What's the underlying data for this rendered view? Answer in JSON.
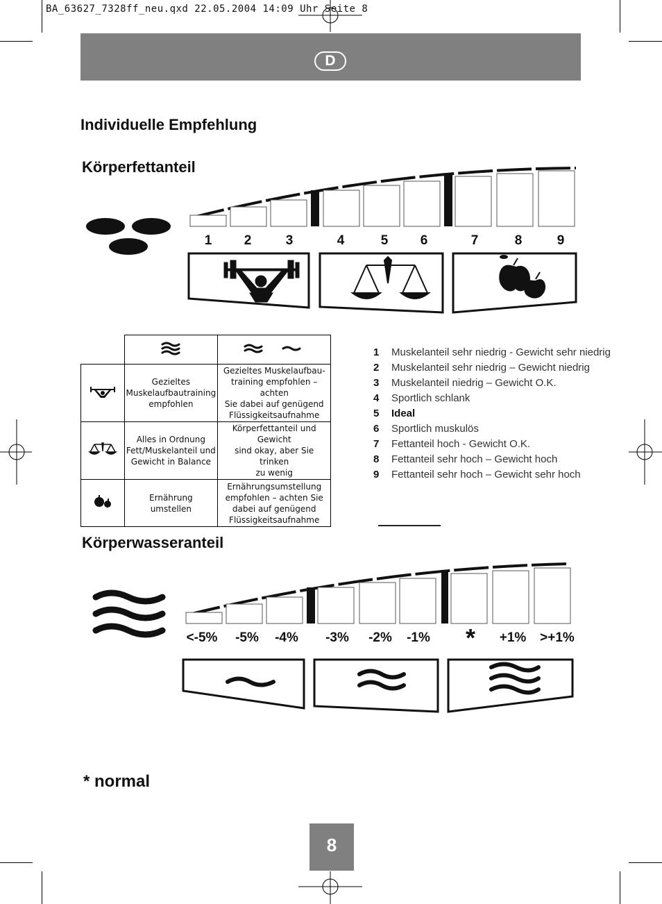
{
  "header": {
    "file_line": "BA_63627_7328ff_neu.qxd  22.05.2004  14:09 Uhr  Seite 8"
  },
  "lang_badge": "D",
  "title": "Individuelle Empfehlung",
  "fat_section": {
    "heading": "Körperfettanteil",
    "scale_numbers": [
      "1",
      "2",
      "3",
      "4",
      "5",
      "6",
      "7",
      "8",
      "9"
    ],
    "icon_names": [
      "weightlifter-icon",
      "scales-icon",
      "apples-icon"
    ]
  },
  "table": {
    "header_icons": [
      "water-high-icon",
      "water-low-icon"
    ],
    "rows": [
      {
        "icon": "weightlifter-icon",
        "col1": [
          "Gezieltes",
          "Muskelaufbautraining",
          "empfohlen"
        ],
        "col2": [
          "Gezieltes Muskelaufbau-",
          "training empfohlen – achten",
          "Sie dabei auf genügend",
          "Flüssigkeitsaufnahme"
        ]
      },
      {
        "icon": "scales-icon",
        "col1": [
          "Alles in Ordnung",
          "Fett/Muskelanteil und",
          "Gewicht in Balance"
        ],
        "col2": [
          "Körperfettanteil und Gewicht",
          "sind okay, aber Sie trinken",
          "zu wenig"
        ]
      },
      {
        "icon": "apples-icon",
        "col1": [
          "Ernährung",
          "umstellen"
        ],
        "col2": [
          "Ernährungsumstellung",
          "empfohlen – achten Sie",
          "dabei auf genügend",
          "Flüssigkeitsaufnahme"
        ]
      }
    ]
  },
  "legend": [
    {
      "num": "1",
      "text": "Muskelanteil sehr niedrig - Gewicht sehr niedrig"
    },
    {
      "num": "2",
      "text": "Muskelanteil sehr niedrig – Gewicht niedrig"
    },
    {
      "num": "3",
      "text": "Muskelanteil  niedrig –  Gewicht O.K."
    },
    {
      "num": "4",
      "text": "Sportlich schlank"
    },
    {
      "num": "5",
      "text": "Ideal"
    },
    {
      "num": "6",
      "text": "Sportlich muskulös"
    },
    {
      "num": "7",
      "text": "Fettanteil hoch  -  Gewicht O.K."
    },
    {
      "num": "8",
      "text": "Fettanteil sehr hoch – Gewicht hoch"
    },
    {
      "num": "9",
      "text": "Fettanteil sehr hoch – Gewicht sehr hoch"
    }
  ],
  "water_section": {
    "heading": "Körperwasseranteil",
    "scale_labels": [
      "<-5%",
      "-5%",
      "-4%",
      "-3%",
      "-2%",
      "-1%",
      "*",
      "+1%",
      ">+1%"
    ],
    "icon_names": [
      "wave-one-icon",
      "wave-two-icon",
      "wave-three-icon"
    ]
  },
  "footnote": "* normal",
  "page_number": "8"
}
